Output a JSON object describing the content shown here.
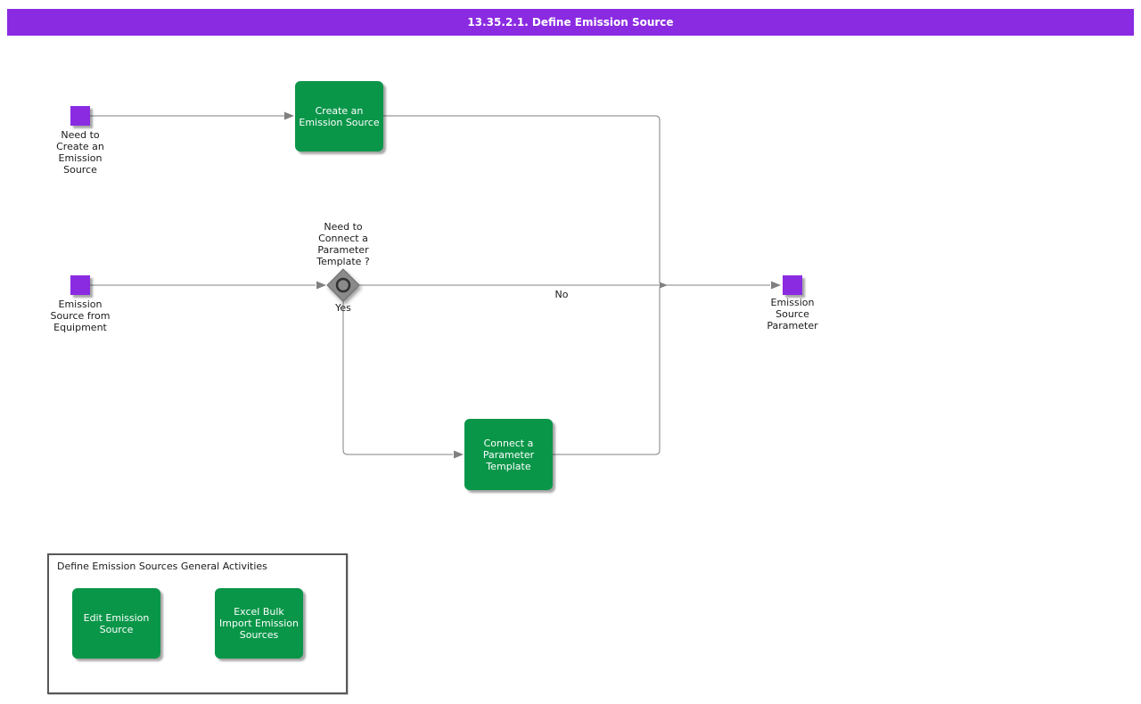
{
  "title_bar": {
    "text": "13.35.2.1. Define Emission Source"
  },
  "colors": {
    "accent_purple": "#8a2be2",
    "activity_green": "#0a9649",
    "connector_gray": "#808080",
    "diamond_gray": "#8a8a8a",
    "text": "#1a1a1a"
  },
  "nodes": {
    "start_create": {
      "type": "start-square",
      "label": "Need to\nCreate an\nEmission\nSource"
    },
    "create_box": {
      "type": "activity",
      "label": "Create an\nEmission Source"
    },
    "start_equipment": {
      "type": "start-square",
      "label": "Emission\nSource from\nEquipment"
    },
    "decision": {
      "type": "decision-diamond",
      "label": "Need to\nConnect a\nParameter\nTemplate ?",
      "yes_label": "Yes",
      "no_label": "No"
    },
    "connect_box": {
      "type": "activity",
      "label": "Connect a\nParameter\nTemplate"
    },
    "end_parameter": {
      "type": "end-square",
      "label": "Emission\nSource\nParameter"
    }
  },
  "group": {
    "title": "Define Emission Sources General Activities",
    "boxes": [
      {
        "label": "Edit Emission\nSource"
      },
      {
        "label": "Excel Bulk\nImport Emission\nSources"
      }
    ]
  }
}
